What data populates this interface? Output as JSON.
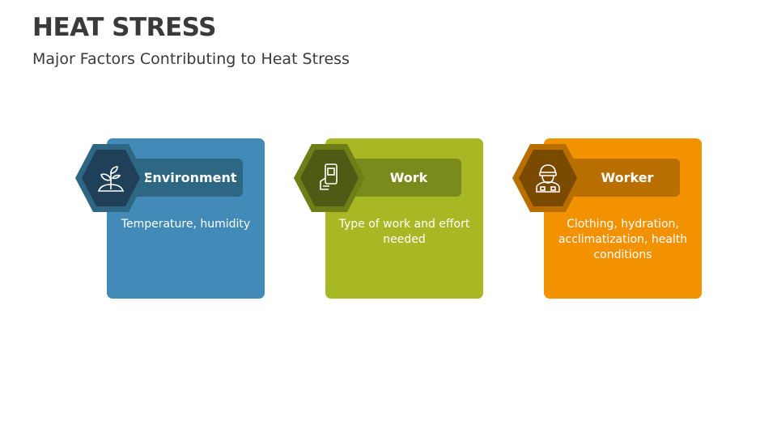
{
  "title": "HEAT STRESS",
  "subtitle": "Major Factors Contributing to Heat Stress",
  "factors": [
    {
      "label": "Environment",
      "description": "Temperature, humidity",
      "icon": "plant-sprout-icon",
      "colors": {
        "card": "#428bb8",
        "bar": "#2e6784",
        "hex_outer": "#2e6784",
        "hex_inner": "#1f4058"
      }
    },
    {
      "label": "Work",
      "description": "Type of work and effort needed",
      "icon": "hand-phone-icon",
      "colors": {
        "card": "#a8b825",
        "bar": "#7a8a1c",
        "hex_outer": "#6f7f18",
        "hex_inner": "#4f5a14"
      }
    },
    {
      "label": "Worker",
      "description": "Clothing, hydration, acclimatization, health conditions",
      "icon": "worker-helmet-icon",
      "colors": {
        "card": "#f39200",
        "bar": "#b96f00",
        "hex_outer": "#b96f00",
        "hex_inner": "#7a4a00"
      }
    }
  ]
}
